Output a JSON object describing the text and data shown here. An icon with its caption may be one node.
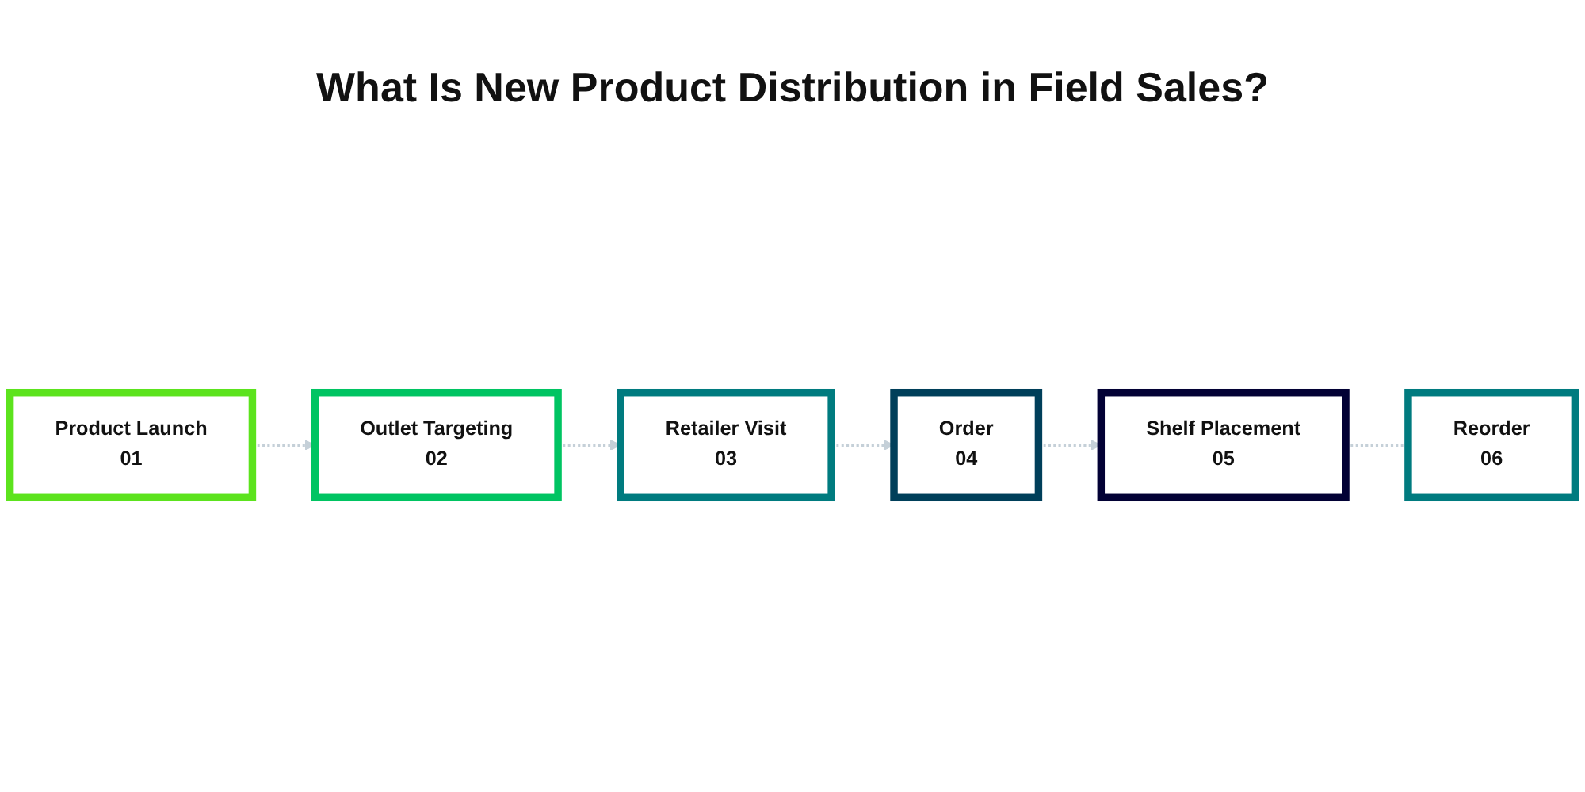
{
  "diagram": {
    "title": "What Is New Product Distribution in Field Sales?",
    "nodes": [
      {
        "text": [
          "Product Launch",
          "01"
        ]
      },
      {
        "text": [
          "Outlet Targeting",
          "02"
        ]
      },
      {
        "text": [
          "Retailer Visit",
          "03"
        ]
      },
      {
        "text": [
          "Order",
          "04"
        ]
      },
      {
        "text": [
          "Shelf Placement",
          "05"
        ]
      },
      {
        "text": [
          "Reorder",
          "06"
        ]
      }
    ],
    "edges": [
      {
        "from": 0,
        "to": 1,
        "arrow": "to",
        "style": "dashed"
      },
      {
        "from": 1,
        "to": 2,
        "arrow": "to",
        "style": "dashed"
      },
      {
        "from": 2,
        "to": 3,
        "arrow": "to",
        "style": "dashed"
      },
      {
        "from": 3,
        "to": 4,
        "arrow": "to",
        "style": "dashed"
      },
      {
        "from": 4,
        "to": 5,
        "arrow": "none",
        "style": "dashed"
      }
    ]
  }
}
